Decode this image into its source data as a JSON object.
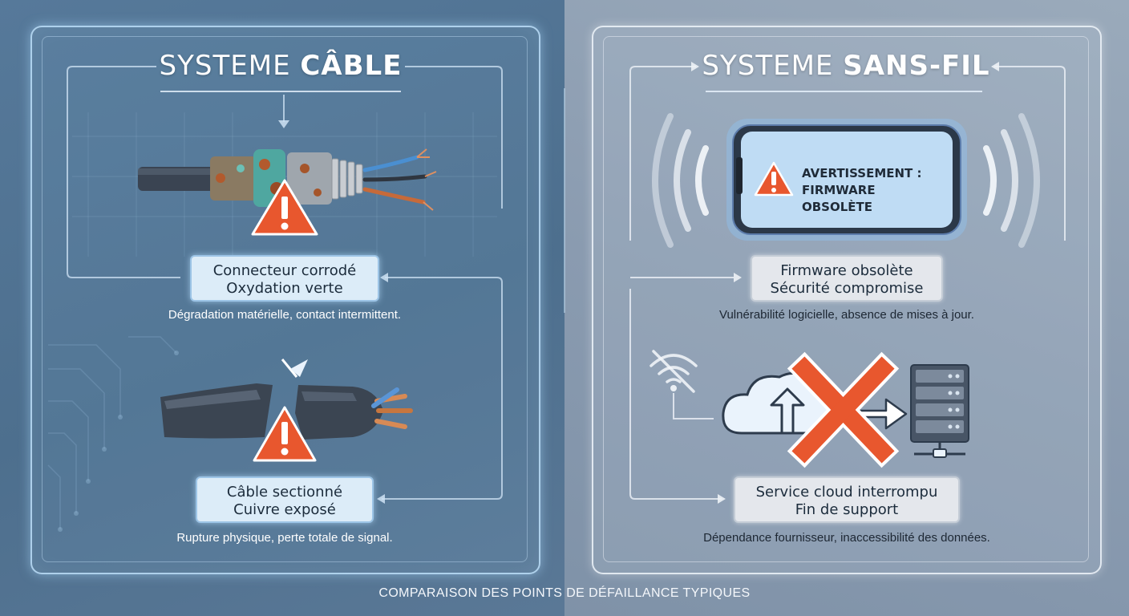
{
  "left": {
    "title_prefix": "SYSTEME ",
    "title_bold": "CÂBLE",
    "box1": {
      "line1": "Connecteur corrodé",
      "line2": "Oxydation verte"
    },
    "caption1": "Dégradation matérielle, contact intermittent.",
    "box2": {
      "line1": "Câble sectionné",
      "line2": "Cuivre exposé"
    },
    "caption2": "Rupture physique, perte totale de signal."
  },
  "right": {
    "title_prefix": "SYSTEME ",
    "title_bold": "SANS-FIL",
    "phone_alert": {
      "line1": "AVERTISSEMENT :",
      "line2": "FIRMWARE OBSOLÈTE"
    },
    "box1": {
      "line1": "Firmware obsolète",
      "line2": "Sécurité compromise"
    },
    "caption1": "Vulnérabilité logicielle, absence de mises à jour.",
    "box2": {
      "line1": "Service cloud interrompu",
      "line2": "Fin de support"
    },
    "caption2": "Dépendance fournisseur, inaccessibilité des données."
  },
  "footer": "COMPARAISON DES POINTS DE DÉFAILLANCE TYPIQUES",
  "colors": {
    "warning": "#e8572e",
    "panel_left_glow": "#bfe2fa",
    "label_blue": "#dcecf8",
    "label_grey": "#e4e7ec"
  },
  "icons": [
    "warning-icon",
    "corroded-connector-icon",
    "cut-cable-icon",
    "smartphone-icon",
    "wifi-off-icon",
    "cloud-upload-icon",
    "cross-icon",
    "server-icon",
    "signal-waves-icon"
  ]
}
